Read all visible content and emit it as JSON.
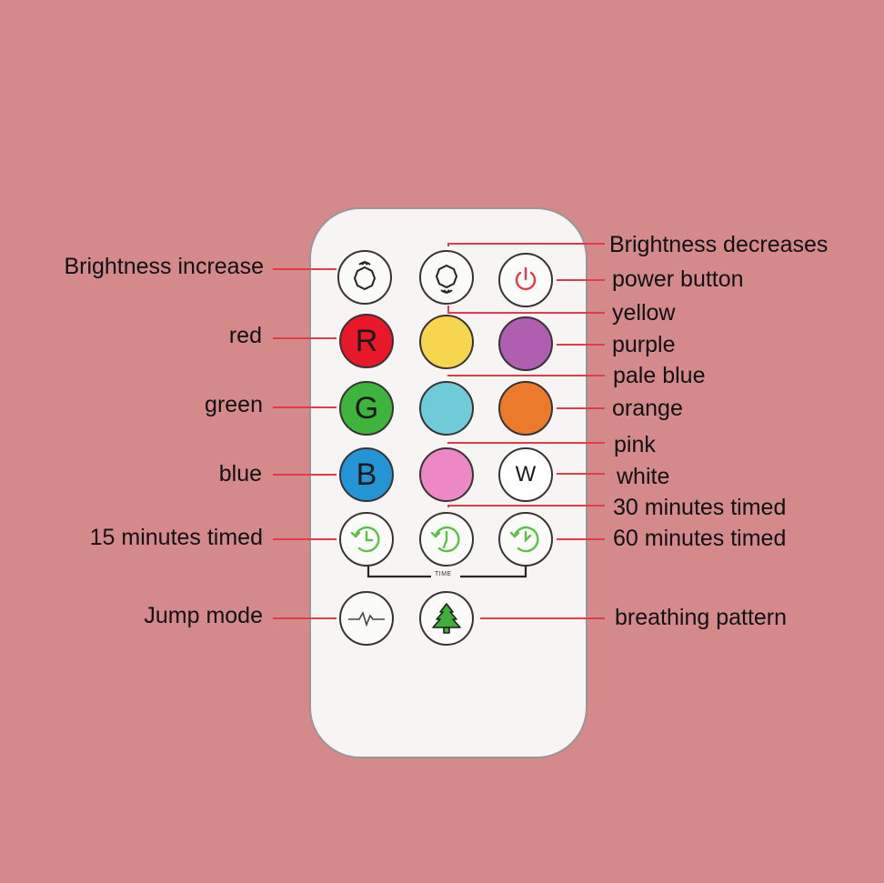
{
  "labels": {
    "brightness_increase": "Brightness increase",
    "brightness_decreases": "Brightness decreases",
    "power_button": "power button",
    "red": "red",
    "yellow": "yellow",
    "purple": "purple",
    "pale_blue": "pale blue",
    "green": "green",
    "orange": "orange",
    "pink": "pink",
    "blue": "blue",
    "white": "white",
    "timed_30": "30 minutes timed",
    "timed_15": "15 minutes timed",
    "timed_60": "60 minutes timed",
    "jump_mode": "Jump mode",
    "breathing_pattern": "breathing pattern"
  },
  "buttons": {
    "red_letter": "R",
    "green_letter": "G",
    "blue_letter": "B",
    "white_letter": "W",
    "time_caption": "TIME"
  },
  "colors": {
    "background": "#d4898a",
    "red": "#e8182a",
    "yellow": "#f6d64f",
    "purple": "#b05fb0",
    "green": "#3eb43c",
    "pale_blue": "#6fcbd8",
    "orange": "#ec7a2c",
    "blue": "#2495d4",
    "pink": "#ec88c4",
    "white": "#ffffff",
    "power_icon": "#e83a48",
    "timer_icon": "#5fbf4a",
    "tree_icon": "#3fae3a",
    "leader_line": "#e23b4a"
  },
  "icons": {
    "brightness_up": "brightness-up-icon",
    "brightness_down": "brightness-down-icon",
    "power": "power-icon",
    "timer": "timer-icon",
    "pulse": "pulse-icon",
    "tree": "tree-icon"
  }
}
